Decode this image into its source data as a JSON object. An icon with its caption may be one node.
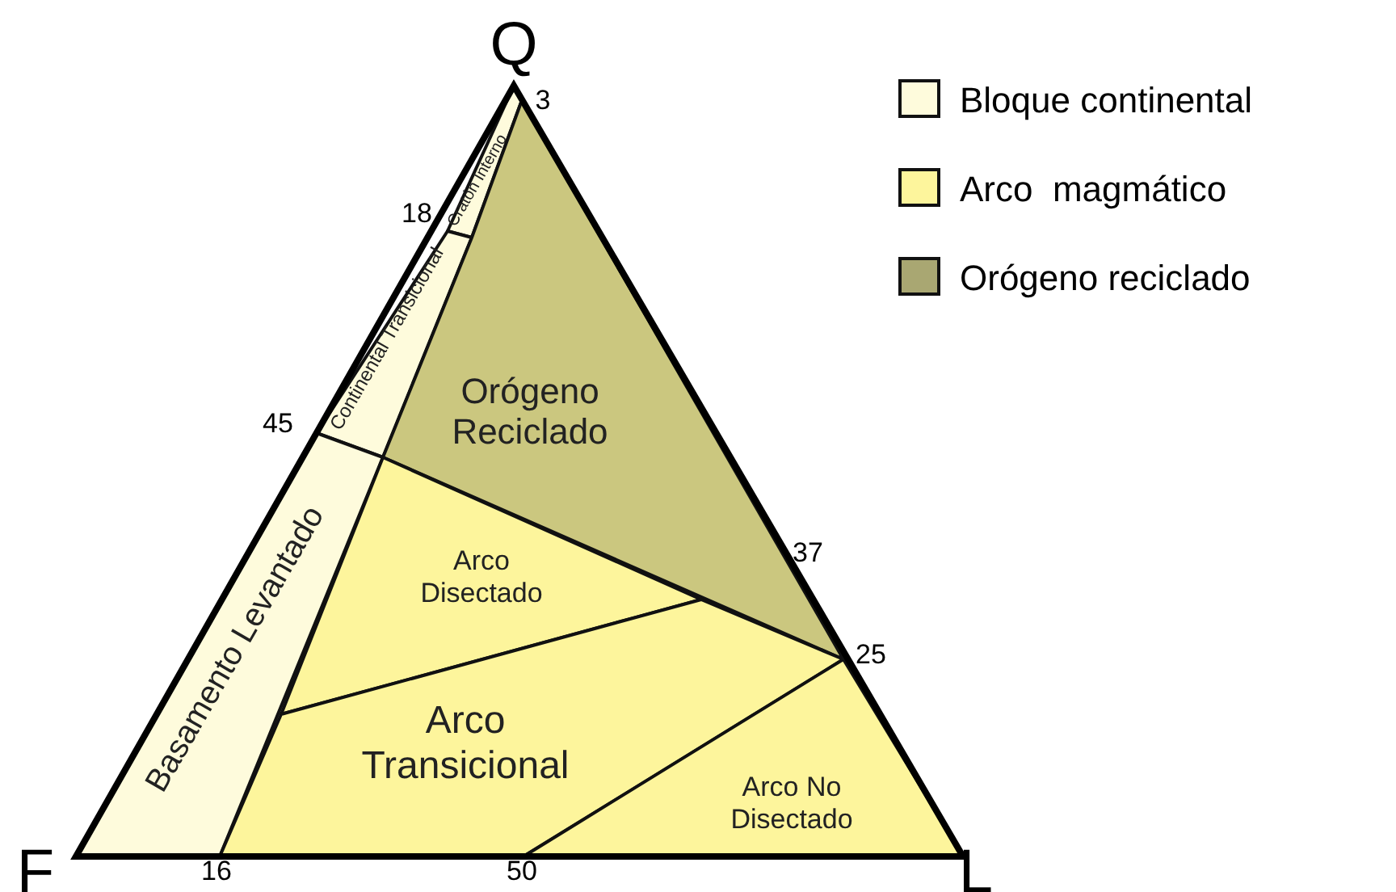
{
  "diagram": {
    "nodes": [
      {
        "text": [
          "Cratón Interno"
        ]
      },
      {
        "text": [
          "Continental Transicional"
        ]
      },
      {
        "text": [
          "Orógeno Reciclado"
        ]
      },
      {
        "text": [
          "Basamento Levantado"
        ]
      },
      {
        "text": [
          "Arco Disectado"
        ]
      },
      {
        "text": [
          "Arco Transicional"
        ]
      },
      {
        "text": [
          "Arco No Disectado"
        ]
      }
    ],
    "labels": [
      "Q",
      "3",
      "18",
      "45",
      "37",
      "25",
      "F",
      "16",
      "50",
      "L"
    ],
    "legend": [
      {
        "text": "Bloque continental",
        "color": "#fefbdc"
      },
      {
        "text": "Arco  magmático",
        "color": "#fdf59c"
      },
      {
        "text": "Orógeno reciclado",
        "color": "#a9a772"
      }
    ]
  }
}
